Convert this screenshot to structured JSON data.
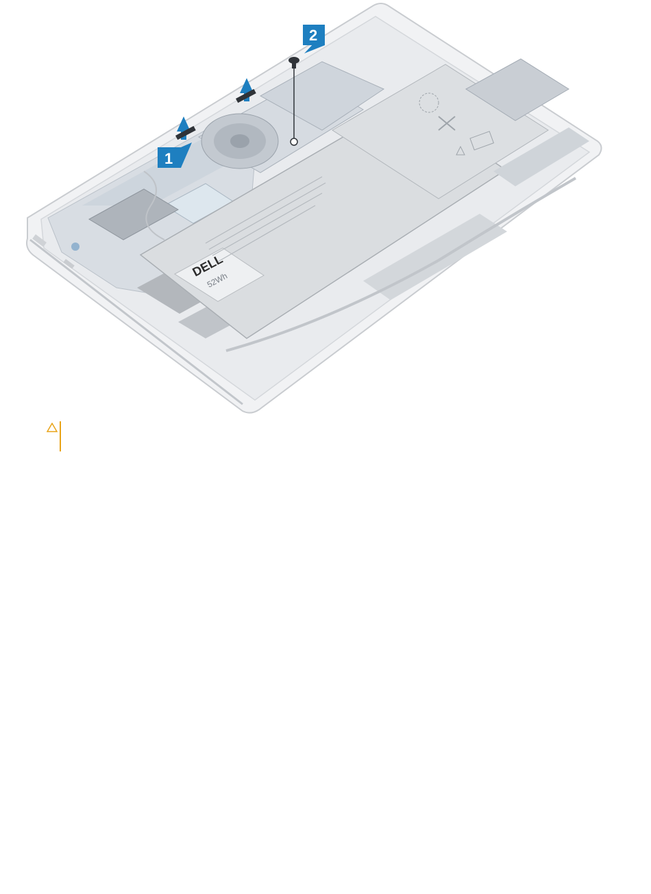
{
  "figure": {
    "callouts": [
      "1",
      "2"
    ],
    "battery_brand": "DELL",
    "battery_capacity": "52Wh",
    "icons": [
      "arrow-up-icon",
      "screw-icon",
      "caution-icon"
    ]
  },
  "colors": {
    "callout_bg": "#1e7fc0",
    "arrow": "#1e7fc0",
    "caution": "#e8a317",
    "chassis": "#eceef0",
    "battery": "#d9dcdf"
  }
}
